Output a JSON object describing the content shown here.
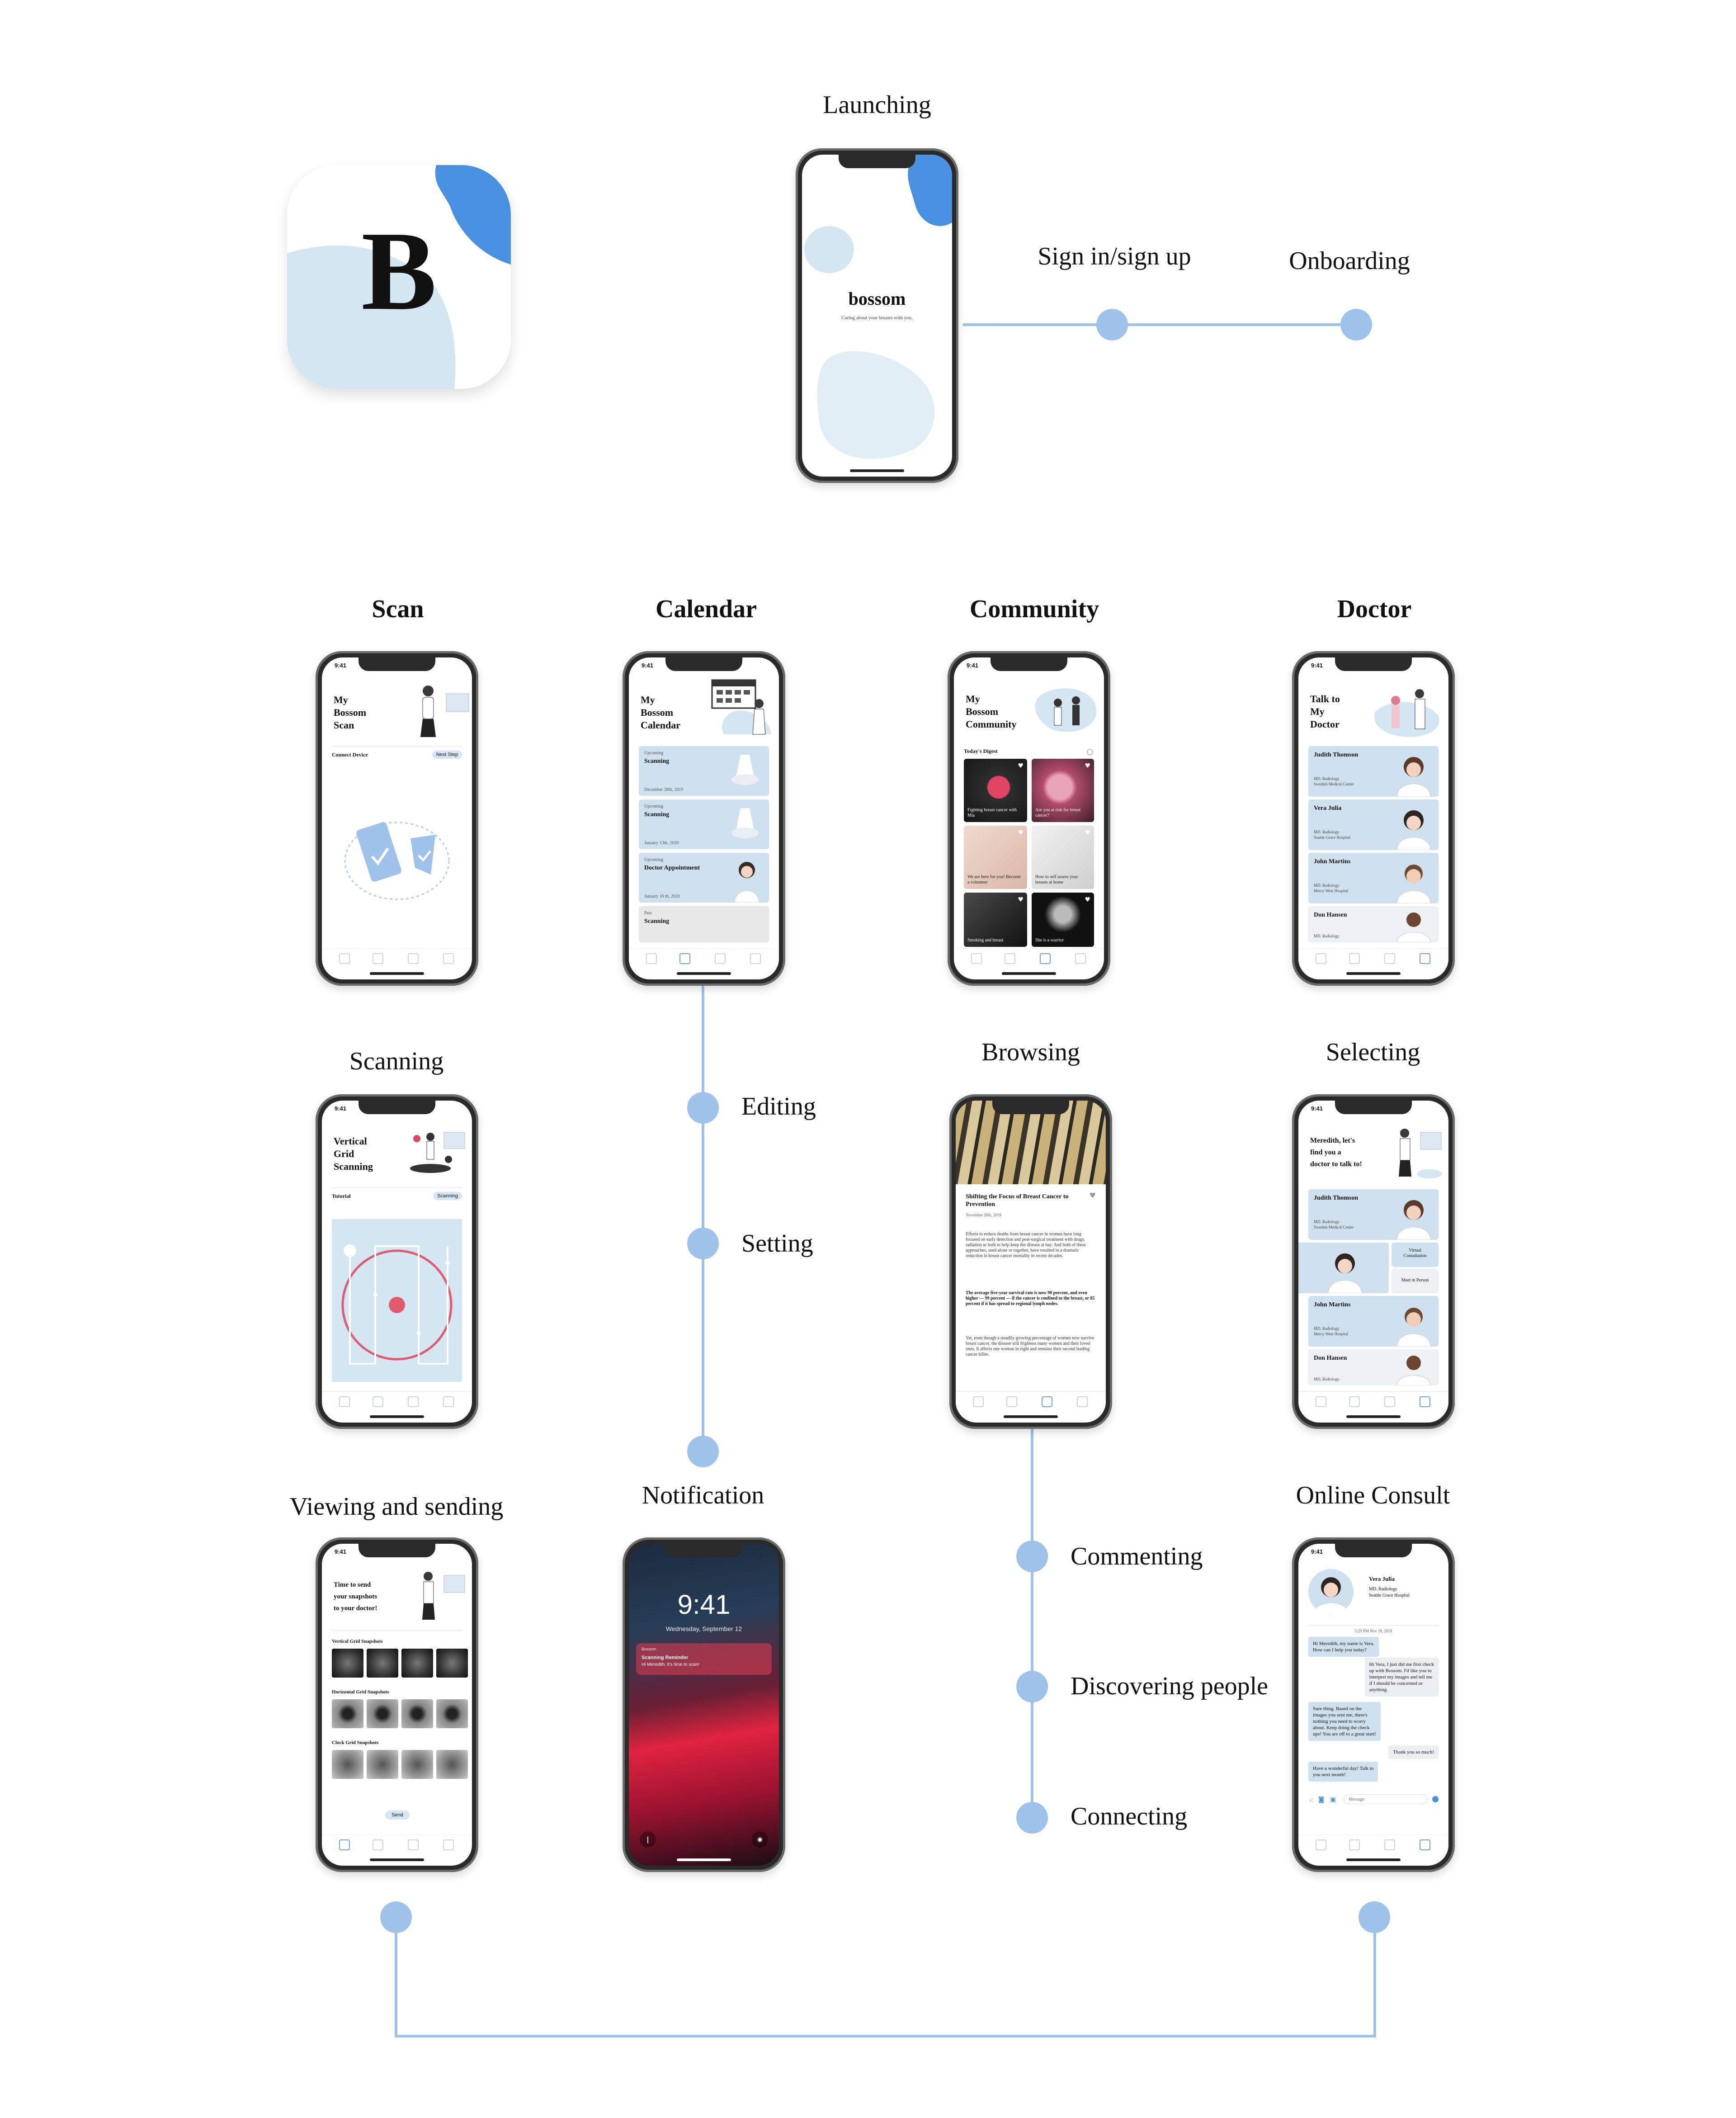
{
  "app_icon": {
    "letter": "B"
  },
  "labels": {
    "launching": "Launching",
    "signin": "Sign in/sign up",
    "onboarding": "Onboarding",
    "scan": "Scan",
    "calendar": "Calendar",
    "community": "Community",
    "doctor": "Doctor",
    "scanning": "Scanning",
    "editing": "Editing",
    "setting": "Setting",
    "browsing": "Browsing",
    "selecting": "Selecting",
    "viewing": "Viewing and sending",
    "notification": "Notification",
    "online_consult": "Online Consult",
    "commenting": "Commenting",
    "discovering": "Discovering people",
    "connecting": "Connecting"
  },
  "status_time": "9:41",
  "splash": {
    "name": "bossom",
    "tagline": "Caring about your breasts with you."
  },
  "scan_screen": {
    "title": "My\nBossom\nScan",
    "section": "Connect Device",
    "action": "Next Step"
  },
  "calendar_screen": {
    "title": "My\nBossom\nCalendar",
    "items": [
      {
        "tag": "Upcoming",
        "title": "Scanning",
        "date": "December 28th, 2019"
      },
      {
        "tag": "Upcoming",
        "title": "Scanning",
        "date": "January 13th, 2020"
      },
      {
        "tag": "Upcoming",
        "title": "Doctor Appointment",
        "date": "January 16 th, 2020"
      },
      {
        "tag": "Past",
        "title": "Scanning",
        "date": ""
      }
    ]
  },
  "community_screen": {
    "title": "My\nBossom\nCommunity",
    "section": "Today's Digest",
    "posts": [
      "Fighting breast cancer with Mia",
      "Are you at risk for breast cancer?",
      "We are here for you! Become a volunteer",
      "How to self assess your breasts at home",
      "Smoking and breast",
      "She is a warrior"
    ]
  },
  "doctor_screen": {
    "title": "Talk to\nMy\nDoctor",
    "doctors": [
      {
        "name": "Judith Thomson",
        "info": "MD. Radiology\nSwedish Medical Center"
      },
      {
        "name": "Vera Julia",
        "info": "MD. Radiology\nSeattle Grace Hospital"
      },
      {
        "name": "John Martins",
        "info": "MD. Radiology\nMercy West Hospital"
      },
      {
        "name": "Don Hansen",
        "info": "MD. Radiology"
      }
    ]
  },
  "scanning_screen": {
    "title": "Vertical\nGrid\nScanning",
    "section": "Tutorial",
    "action": "Scanning"
  },
  "browsing_screen": {
    "headline": "Shifting the Focus of Breast Cancer to Prevention",
    "date": "November 28th, 2019",
    "p1": "Efforts to reduce deaths from breast cancer in women have long focused on early detection and post-surgical treatment with drugs, radiation or both to help keep the disease at bay. And both of these approaches, used alone or together, have resulted in a dramatic reduction in breast cancer mortality in recent decades.",
    "p2": "The average five-year survival rate is now 90 percent, and even higher — 99 percent — if the cancer is confined to the breast, or 85 percent if it has spread to regional lymph nodes.",
    "p3": "Yet, even though a steadily growing percentage of women now survive breast cancer, the disease still frightens many women and their loved ones. It affects one woman in eight and remains their second leading cancer killer."
  },
  "selecting_screen": {
    "title": "Meredith, let's\nfind you a\ndoctor to talk to!",
    "doctor1": {
      "name": "Judith Thomson",
      "info": "MD. Radiology\nSwedish Medical Center"
    },
    "opt1": "Virtual\nConsultation",
    "opt2": "Meet in Person",
    "doctor3": {
      "name": "John Martins",
      "info": "MD. Radiology\nMercy West Hospital"
    },
    "doctor4": {
      "name": "Don Hansen",
      "info": "MD. Radiology"
    }
  },
  "viewing_screen": {
    "title": "Time to send\nyour snapshots\nto your doctor!",
    "s1": "Vertical Grid Snapshots",
    "s2": "Horizontal Grid Snapshots",
    "s3": "Clock Grid Snapshots",
    "send": "Send"
  },
  "notification_screen": {
    "time": "9:41",
    "date": "Wednesday, September 12",
    "app": "Bossom",
    "title": "Scanning Reminder",
    "body": "Hi Meredith, it's time to scan!"
  },
  "consult_screen": {
    "name": "Vera Julia",
    "info": "MD. Radiology\nSeattle Grace Hospital",
    "timestamp": "5:29 PM Nov 18, 2019",
    "messages": [
      {
        "dir": "in",
        "text": "Hi Meredith, my name is Vera.\nHow can I help you today?"
      },
      {
        "dir": "out",
        "text": "Hi Vera, I just did me first check\nup with Bossom. I'd like you to\ninterpret my images and tell me\nif I should be concerned or\nanything."
      },
      {
        "dir": "in",
        "text": "Sure thing. Based on the\nimages you sent me, there's\nnothing you need to worry\nabout. Keep doing the check\nups! You are off to a great start!"
      },
      {
        "dir": "out",
        "text": "Thank you so much!"
      },
      {
        "dir": "in",
        "text": "Have a wonderful day! Talk to\nyou next month!"
      }
    ],
    "input_placeholder": "Message"
  },
  "colors": {
    "accent": "#9fc2ea",
    "brand_blue": "#4a90e0",
    "light_blue": "#d4e6f1"
  }
}
